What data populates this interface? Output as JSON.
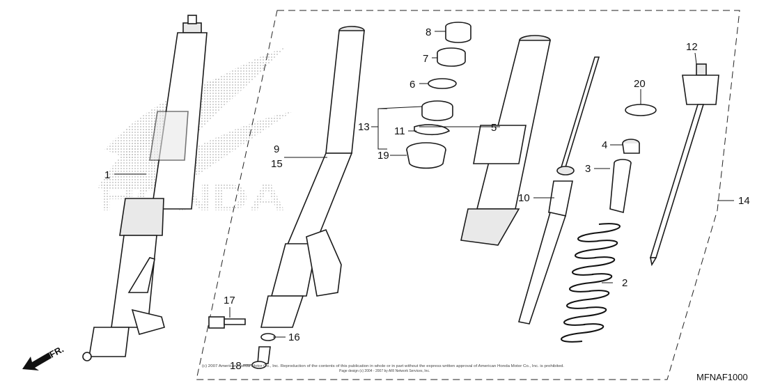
{
  "callouts": [
    "1",
    "2",
    "3",
    "4",
    "5",
    "6",
    "7",
    "8",
    "9",
    "15",
    "10",
    "11",
    "12",
    "13",
    "14",
    "16",
    "17",
    "18",
    "19",
    "20"
  ],
  "watermark_text": "HONDA",
  "direction_label": "FR.",
  "diagram_code": "MFNAF1000",
  "copyright_line1": "(c) 2007 American Honda Motor Co., Inc. Reproduction of the contents of this publication in whole or in part without the express written approval of American Honda Motor Co., Inc. is prohibited.",
  "copyright_line2": "Page design (c) 2004 - 2007 by ARI Network Services, Inc.",
  "colors": {
    "line": "#1a1a1a",
    "watermark": "#bdbdbd",
    "background": "#ffffff"
  }
}
